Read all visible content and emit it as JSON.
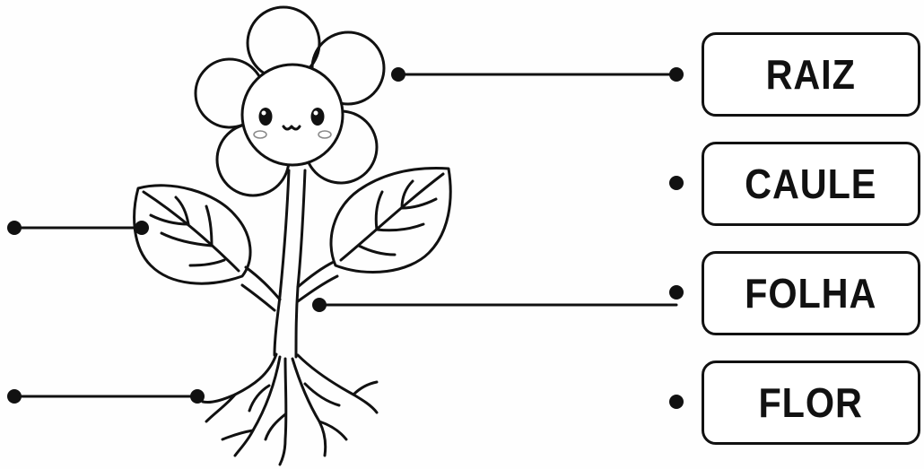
{
  "labels": [
    "RAIZ",
    "CAULE",
    "FOLHA",
    "FLOR"
  ],
  "colors": {
    "ink": "#111111",
    "paper": "#ffffff",
    "blush": "#cccccc"
  }
}
